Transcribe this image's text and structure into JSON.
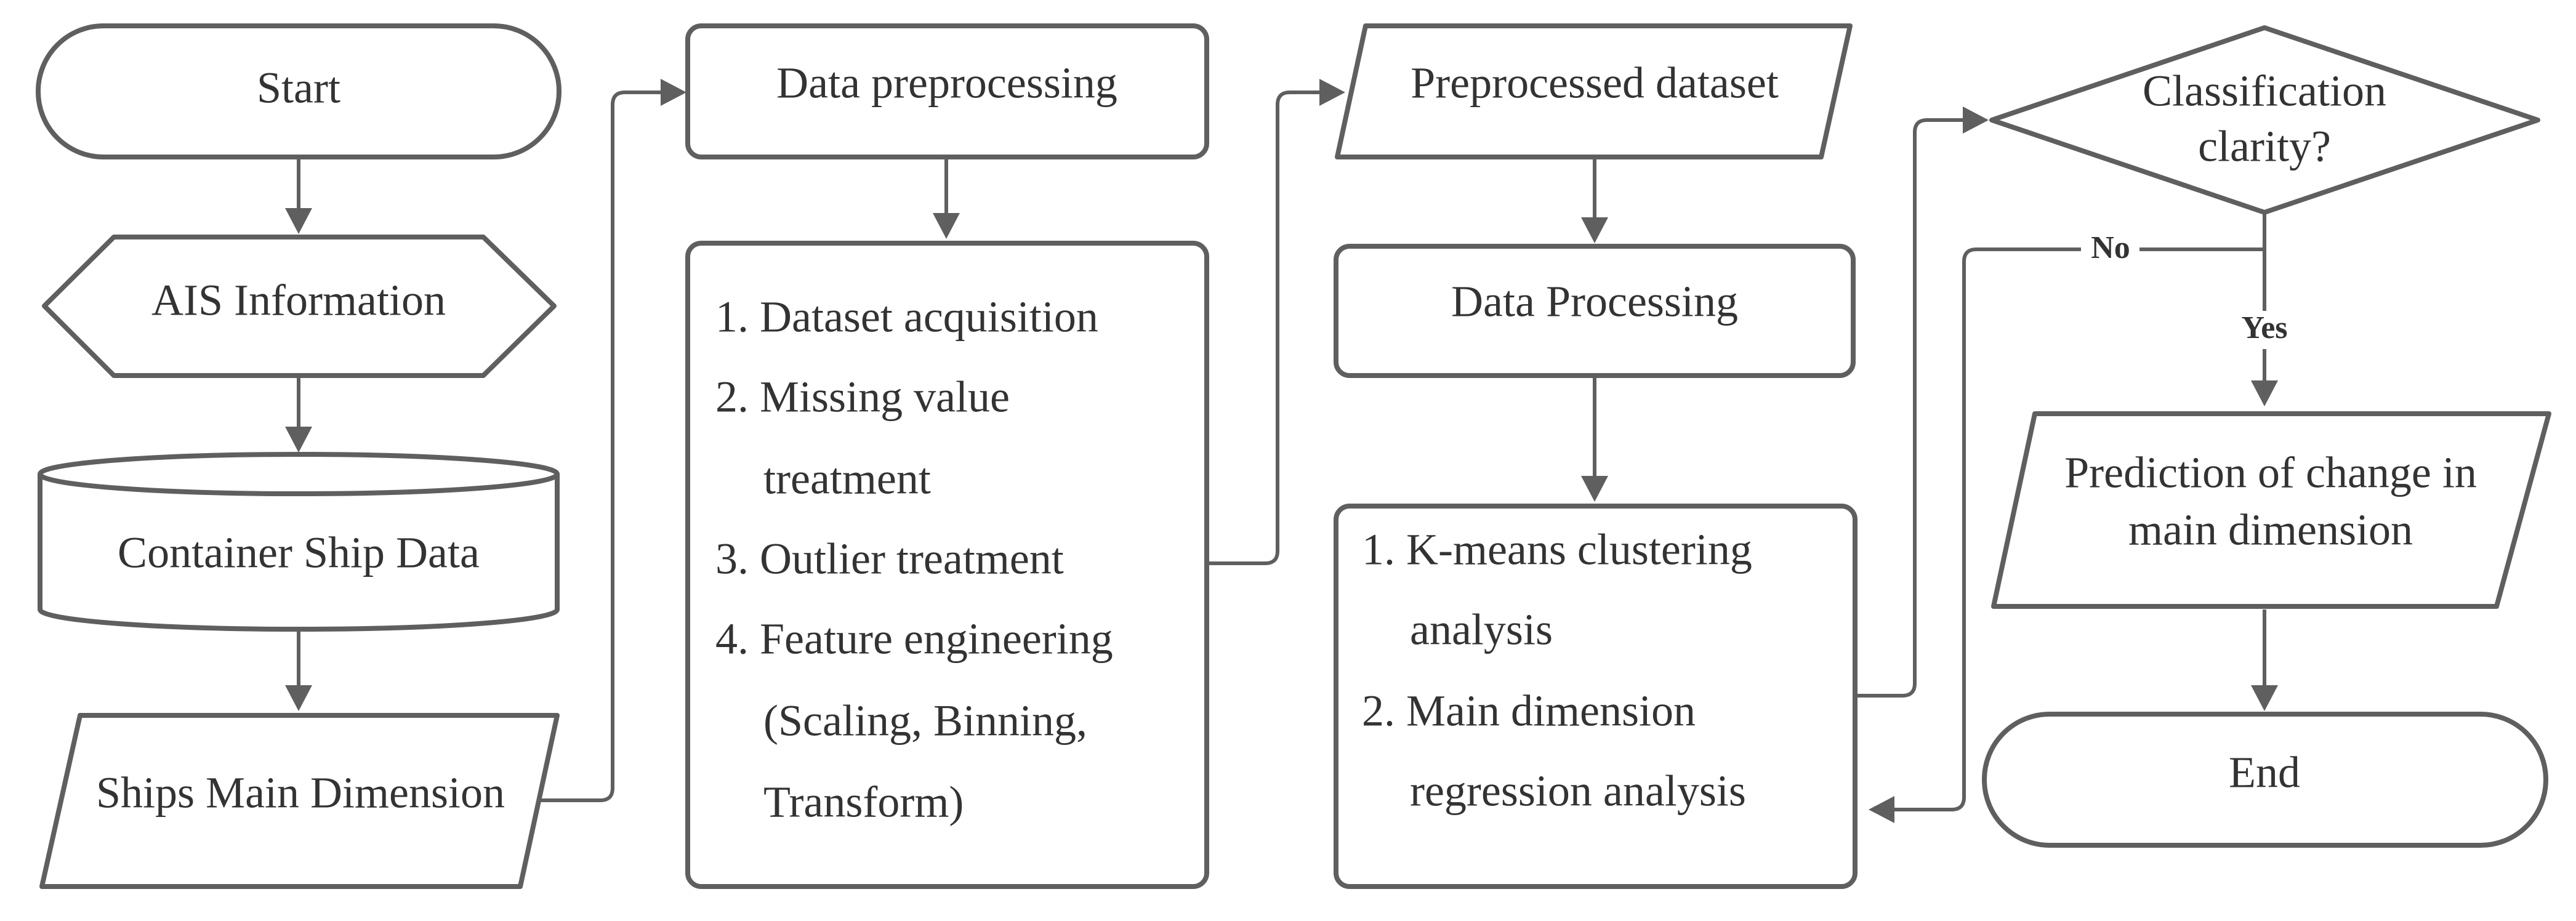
{
  "nodes": {
    "start": "Start",
    "ais": "AIS Information",
    "container": "Container Ship Data",
    "ships": "Ships Main Dimension",
    "preprocessing": "Data preprocessing",
    "steps": {
      "item1": "1. Dataset acquisition",
      "item2a": "2. Missing value",
      "item2b": "treatment",
      "item3": "3. Outlier treatment",
      "item4a": "4. Feature engineering",
      "item4b": "(Scaling, Binning,",
      "item4c": "Transform)"
    },
    "preprocessed": "Preprocessed dataset",
    "processing": "Data Processing",
    "analysis": {
      "item1a": "1. K-means clustering",
      "item1b": "analysis",
      "item2a": "2. Main dimension",
      "item2b": "regression analysis"
    },
    "decision_line1": "Classification",
    "decision_line2": "clarity?",
    "prediction_line1": "Prediction of change in",
    "prediction_line2": "main dimension",
    "end": "End"
  },
  "edge_labels": {
    "no": "No",
    "yes": "Yes"
  }
}
